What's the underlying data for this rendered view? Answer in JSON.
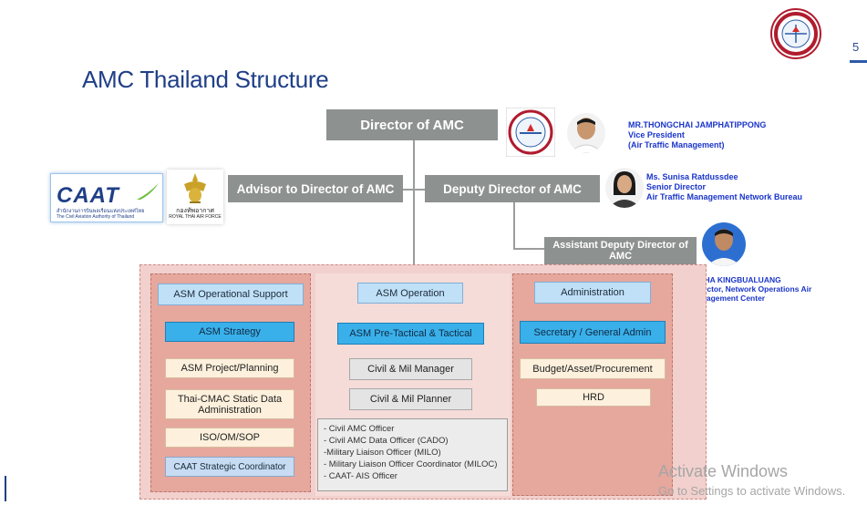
{
  "slide": {
    "title": "AMC Thailand Structure",
    "page_number": "5"
  },
  "top": {
    "director": "Director of AMC",
    "advisor": "Advisor to Director of AMC",
    "deputy": "Deputy Director of AMC",
    "assistant": "Assistant Deputy Director of AMC"
  },
  "people": {
    "p1": {
      "name": "MR.THONGCHAI JAMPHATIPPONG",
      "role": "Vice President",
      "dept": "(Air Traffic Management)"
    },
    "p2": {
      "name": "Ms. Sunisa Ratdussdee",
      "role": "Senior Director",
      "dept": "Air Traffic Management Network Bureau"
    },
    "p3": {
      "name": "MR. BANCHA KINGBUALUANG",
      "role": "Acting Director, Network Operations Air",
      "dept": "Traffic Management Center"
    }
  },
  "logos": {
    "caat": "CAAT",
    "caat_thai": "สำนักงานการบินพลเรือนแห่งประเทศไทย",
    "caat_en": "The Civil Aviation Authority of Thailand",
    "rtaf_thai": "กองทัพอากาศ",
    "rtaf_en": "ROYAL THAI AIR FORCE"
  },
  "left_col": {
    "header": "ASM Operational Support",
    "strategy": "ASM Strategy",
    "items": [
      "ASM Project/Planning",
      "Thai-CMAC Static Data Administration",
      "ISO/OM/SOP"
    ],
    "coordinator": "CAAT Strategic Coordinator"
  },
  "mid_col": {
    "header": "ASM Operation",
    "tactical": "ASM Pre-Tactical & Tactical",
    "manager": "Civil & Mil Manager",
    "planner": "Civil & Mil Planner",
    "officers": [
      "- Civil AMC Officer",
      "- Civil AMC Data Officer (CADO)",
      "-Military Liaison Officer (MILO)",
      "- Military Liaison Officer Coordinator (MILOC)",
      "- CAAT- AIS Officer"
    ]
  },
  "right_col": {
    "header": "Administration",
    "secretary": "Secretary / General Admin",
    "budget": "Budget/Asset/Procurement",
    "hrd": "HRD"
  },
  "watermark": {
    "line1": "Activate Windows",
    "line2": "Go to Settings to activate Windows."
  },
  "colors": {
    "title": "#1f3f87",
    "grey_box": "#8d918f",
    "person_text": "#1a35c9",
    "region_fill": "#f2d0cd",
    "column_fill": "#e6a79d",
    "blue_box": "#bfe0f7",
    "blue_strong": "#3ab0ea"
  }
}
